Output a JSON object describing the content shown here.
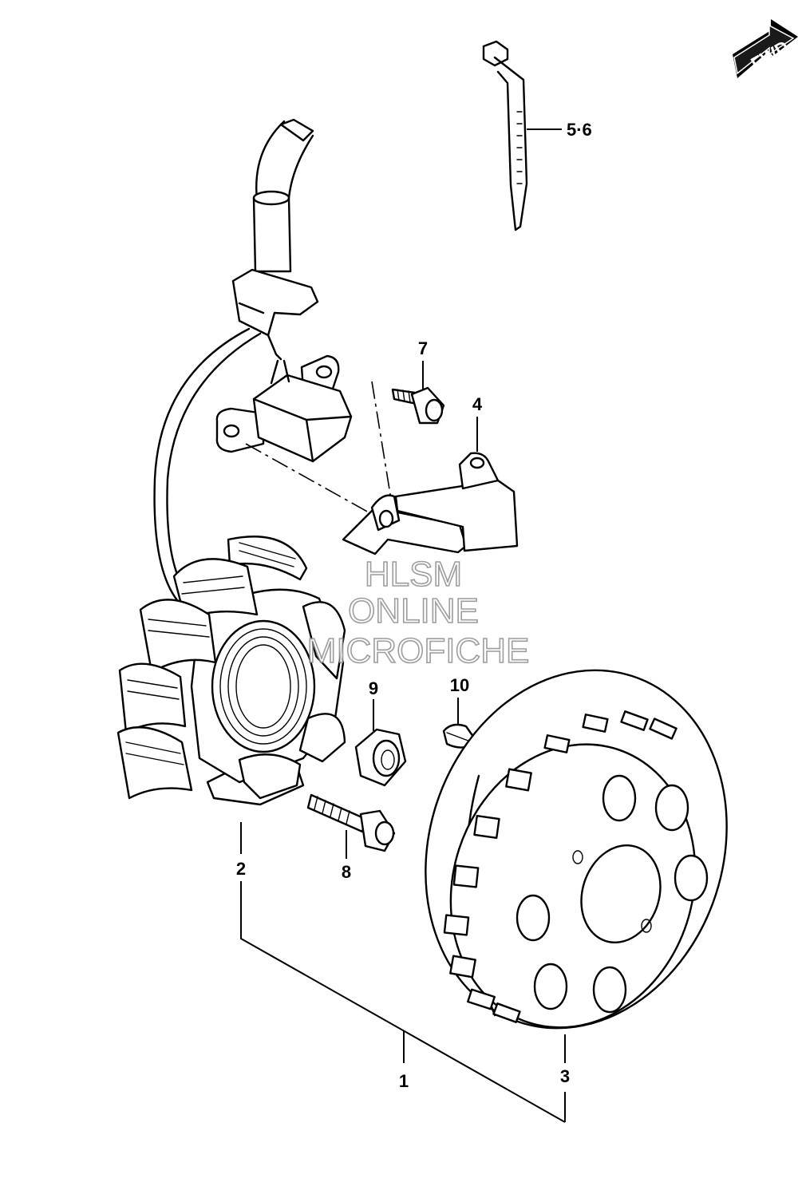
{
  "diagram": {
    "callouts": {
      "c1": "1",
      "c2": "2",
      "c3": "3",
      "c4": "4",
      "c56": "5·6",
      "c7": "7",
      "c8": "8",
      "c9": "9",
      "c10": "10"
    },
    "badge": {
      "label": "FWD"
    },
    "watermark": {
      "line1": "HLSM",
      "line2": "ONLINE",
      "line3": "MICROFICHE"
    }
  }
}
